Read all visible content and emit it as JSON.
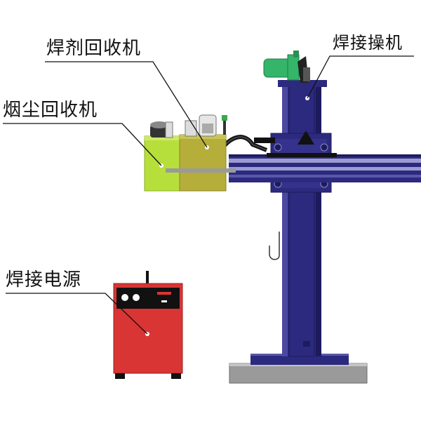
{
  "labels": {
    "flux_recovery": "焊剂回收机",
    "smoke_recovery": "烟尘回收机",
    "welding_manipulator": "焊接操机",
    "welding_power": "焊接电源"
  },
  "colors": {
    "column_blue": "#2c2a7e",
    "column_dark": "#1d1b5c",
    "boom_light": "#9d9bd0",
    "smoke_green": "#b7df3c",
    "flux_olive": "#b5ae3a",
    "power_red": "#d93535",
    "motor_green": "#35b56a",
    "base_gray": "#9a9a9a"
  }
}
